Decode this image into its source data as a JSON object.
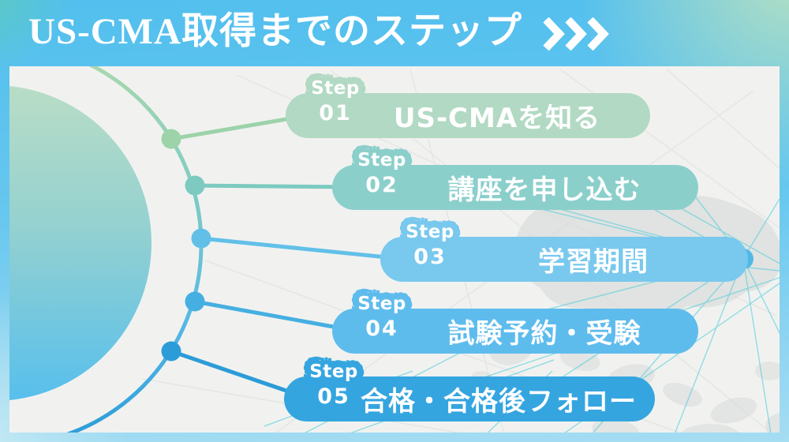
{
  "header": {
    "title": "US-CMA取得までのステップ",
    "arrows_icon": "triple-chevron-right-icon"
  },
  "steps": [
    {
      "step_label": "Step",
      "number": "01",
      "title": "US-CMAを知る",
      "pill_color": "#b2d9c3",
      "node_color": "#9cd3a9"
    },
    {
      "step_label": "Step",
      "number": "02",
      "title": "講座を申し込む",
      "pill_color": "#8bcfcb",
      "node_color": "#7ccac0"
    },
    {
      "step_label": "Step",
      "number": "03",
      "title": "学習期間",
      "pill_color": "#79c8ee",
      "node_color": "#62c0e8"
    },
    {
      "step_label": "Step",
      "number": "04",
      "title": "試験予約・受験",
      "pill_color": "#5ebced",
      "node_color": "#46afe2"
    },
    {
      "step_label": "Step",
      "number": "05",
      "title": "合格・合格後フォロー",
      "pill_color": "#35a5e0",
      "node_color": "#2c9cd8"
    }
  ],
  "colors": {
    "header_band_blue": "#52bfee",
    "header_band_green": "#a9dcc8",
    "panel_background": "#f1f2f0",
    "title_text": "#ffffff",
    "circle_gradient_top": "#b9ddc6",
    "circle_gradient_bottom": "#57bfec",
    "network_line_cyan": "#3ec8da",
    "map_gray": "#d9dcdb",
    "hub_dot_blue": "#4ab6e6"
  }
}
